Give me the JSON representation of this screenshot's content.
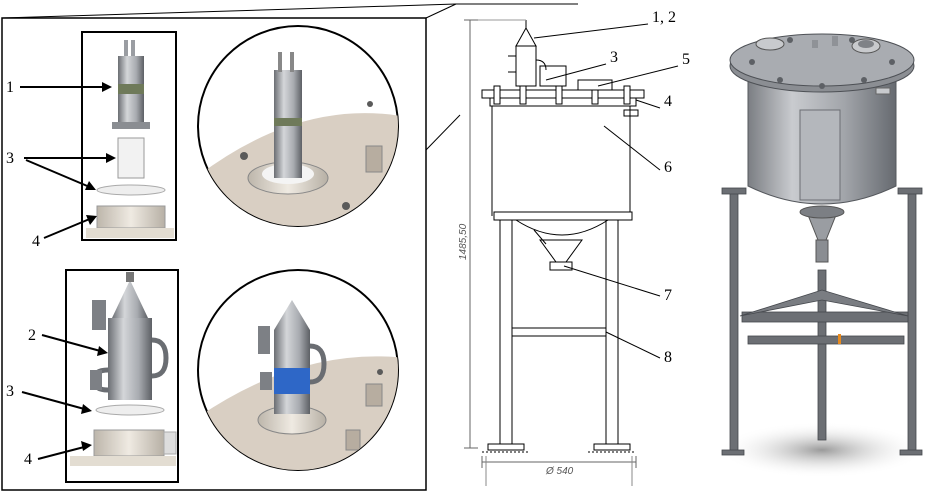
{
  "left_panel": {
    "callouts_top": [
      "1",
      "3",
      "4"
    ],
    "callouts_bottom": [
      "2",
      "3",
      "4"
    ]
  },
  "drawing": {
    "callouts": [
      "1, 2",
      "3",
      "5",
      "4",
      "6",
      "7",
      "8"
    ],
    "height_dim": "1485,50",
    "width_dim": "Ø 540"
  },
  "colors": {
    "line": "#000000",
    "steel": "#9ea1a6",
    "steel_dark": "#5c5f64",
    "plate": "#d9cfc3",
    "blue_band": "#2e67c7",
    "shadow": "#cfcfcf"
  }
}
